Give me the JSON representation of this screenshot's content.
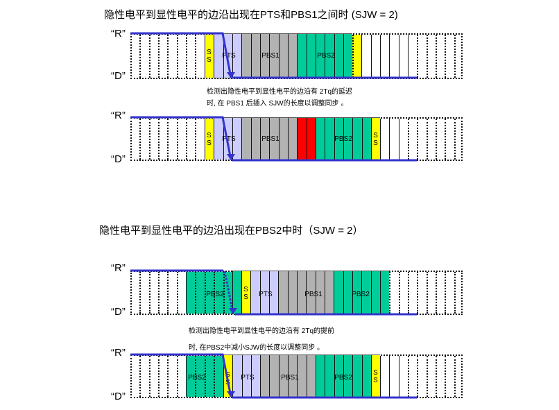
{
  "section1": {
    "title": "隐性电平到显性电平的边沿出现在PTS和PBS1之间时 (SJW = 2)",
    "note_line1": "检测出隐性电平到显性电平的边沿有  2Tq的延迟",
    "note_line2": "时, 在 PBS1 后插入 SJW的长度以调整同步 。"
  },
  "section2": {
    "title": "隐性电平到显性电平的边沿出现在PBS2中时（SJW = 2）",
    "note_line1": "检测出隐性电平到显性电平的边沿有  2Tq的提前",
    "note_line2": "时, 在PBS2中减小SJW的长度以调整同步 。"
  },
  "levels": {
    "recessive": "“R”",
    "dominant": "“D”"
  },
  "labels": {
    "ss": "S\nS",
    "pts": "PTS",
    "pbs1": "PBS1",
    "pbs2": "PBS2"
  },
  "colors": {
    "ss": "#ffff00",
    "pts": "#ccccff",
    "pbs1": "#b2b2b2",
    "pbs2": "#00cc99",
    "sjw_insert": "#ff0000",
    "signal": "#3333cc",
    "empty": "#ffffff"
  },
  "diagrams": [
    {
      "name": "diagram-1-before",
      "segments": [
        {
          "type": "empty",
          "cells": 8
        },
        {
          "type": "ss",
          "cells": 1
        },
        {
          "type": "pts",
          "cells": 3
        },
        {
          "type": "pbs1",
          "cells": 6
        },
        {
          "type": "pbs2",
          "cells": 6
        },
        {
          "type": "ss",
          "cells": 1
        },
        {
          "type": "empty",
          "cells": 11
        }
      ]
    },
    {
      "name": "diagram-2-after-lengthen",
      "segments": [
        {
          "type": "empty",
          "cells": 8
        },
        {
          "type": "ss",
          "cells": 1
        },
        {
          "type": "pts",
          "cells": 3
        },
        {
          "type": "pbs1",
          "cells": 6
        },
        {
          "type": "sjw_insert",
          "cells": 2
        },
        {
          "type": "pbs2",
          "cells": 6
        },
        {
          "type": "ss",
          "cells": 1
        },
        {
          "type": "empty",
          "cells": 9
        }
      ]
    },
    {
      "name": "diagram-3-before",
      "segments": [
        {
          "type": "empty",
          "cells": 6
        },
        {
          "type": "pbs2",
          "cells": 6
        },
        {
          "type": "ss",
          "cells": 1
        },
        {
          "type": "pts",
          "cells": 3
        },
        {
          "type": "pbs1",
          "cells": 6
        },
        {
          "type": "pbs2",
          "cells": 6
        },
        {
          "type": "empty",
          "cells": 8
        }
      ]
    },
    {
      "name": "diagram-4-after-shorten",
      "segments": [
        {
          "type": "empty",
          "cells": 6
        },
        {
          "type": "pbs2",
          "cells": 4
        },
        {
          "type": "ss",
          "cells": 1
        },
        {
          "type": "pts",
          "cells": 3
        },
        {
          "type": "pbs1",
          "cells": 6
        },
        {
          "type": "pbs2",
          "cells": 6
        },
        {
          "type": "ss",
          "cells": 1
        },
        {
          "type": "empty",
          "cells": 9
        }
      ]
    }
  ]
}
